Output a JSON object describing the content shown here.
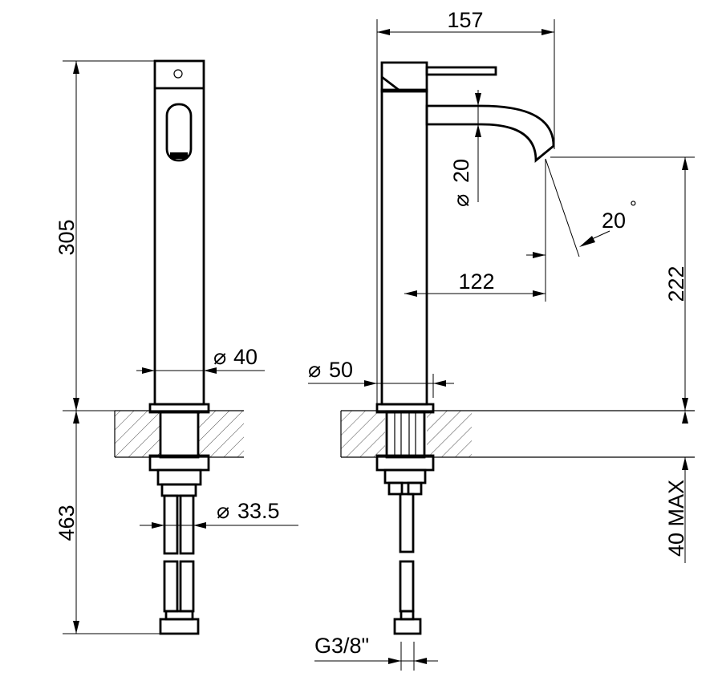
{
  "dimensions": {
    "total_height": "305",
    "below_counter": "463",
    "body_diameter": "40",
    "hose_diameter": "33.5",
    "overall_depth": "157",
    "spout_diameter": "20",
    "spout_angle": "20",
    "degree_symbol": "°",
    "spout_reach": "122",
    "spout_height": "222",
    "base_diameter": "50",
    "counter_thickness": "40 MAX",
    "thread": "G3/8\""
  },
  "symbols": {
    "diameter": "⌀"
  }
}
